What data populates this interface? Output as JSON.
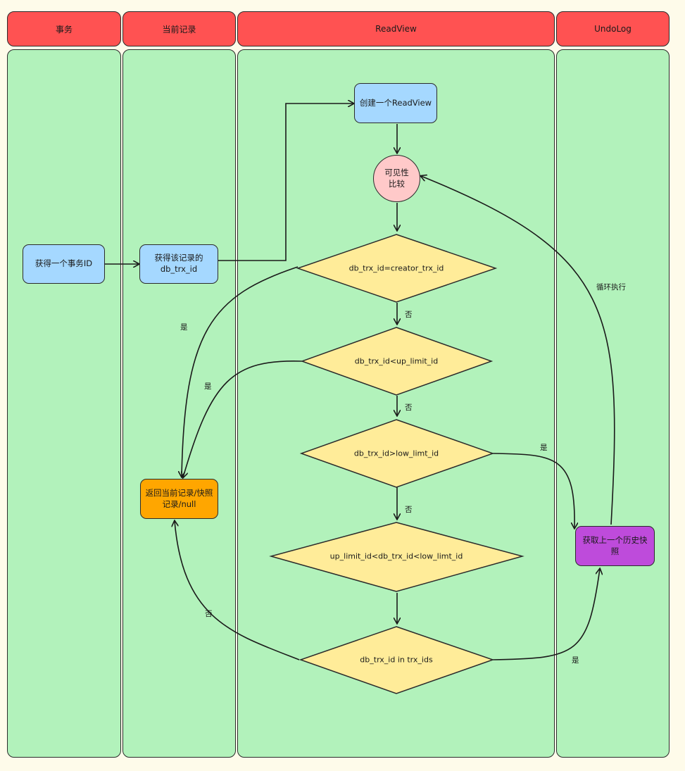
{
  "lanes": {
    "transaction": "事务",
    "current_record": "当前记录",
    "readview": "ReadView",
    "undolog": "UndoLog"
  },
  "nodes": {
    "get_trx_id": "获得一个事务ID",
    "get_record_trx_line1": "获得该记录的",
    "get_record_trx_line2": "db_trx_id",
    "create_readview": "创建一个ReadView",
    "visibility_line1": "可见性",
    "visibility_line2": "比较",
    "cond_creator": "db_trx_id=creator_trx_id",
    "cond_up_limit": "db_trx_id<up_limit_id",
    "cond_low_limit": "db_trx_id>low_limt_id",
    "cond_between": "up_limit_id<db_trx_id<low_limt_id",
    "cond_in_ids": "db_trx_id in trx_ids",
    "return_line1": "返回当前记录/快照",
    "return_line2": "记录/null",
    "get_history": "获取上一个历史快照"
  },
  "edge_labels": {
    "yes_creator": "是",
    "yes_up_limit": "是",
    "no_1": "否",
    "no_2": "否",
    "no_3": "否",
    "yes_low_limit": "是",
    "no_in_ids": "否",
    "yes_in_ids": "是",
    "loop": "循环执行"
  },
  "colors": {
    "header": "#ff5252",
    "lane": "#b2f2bb",
    "process": "#a5d8ff",
    "decision": "#ffec99",
    "terminal": "#ffa600",
    "history": "#be4bdb",
    "compare": "#ffc9c9"
  }
}
